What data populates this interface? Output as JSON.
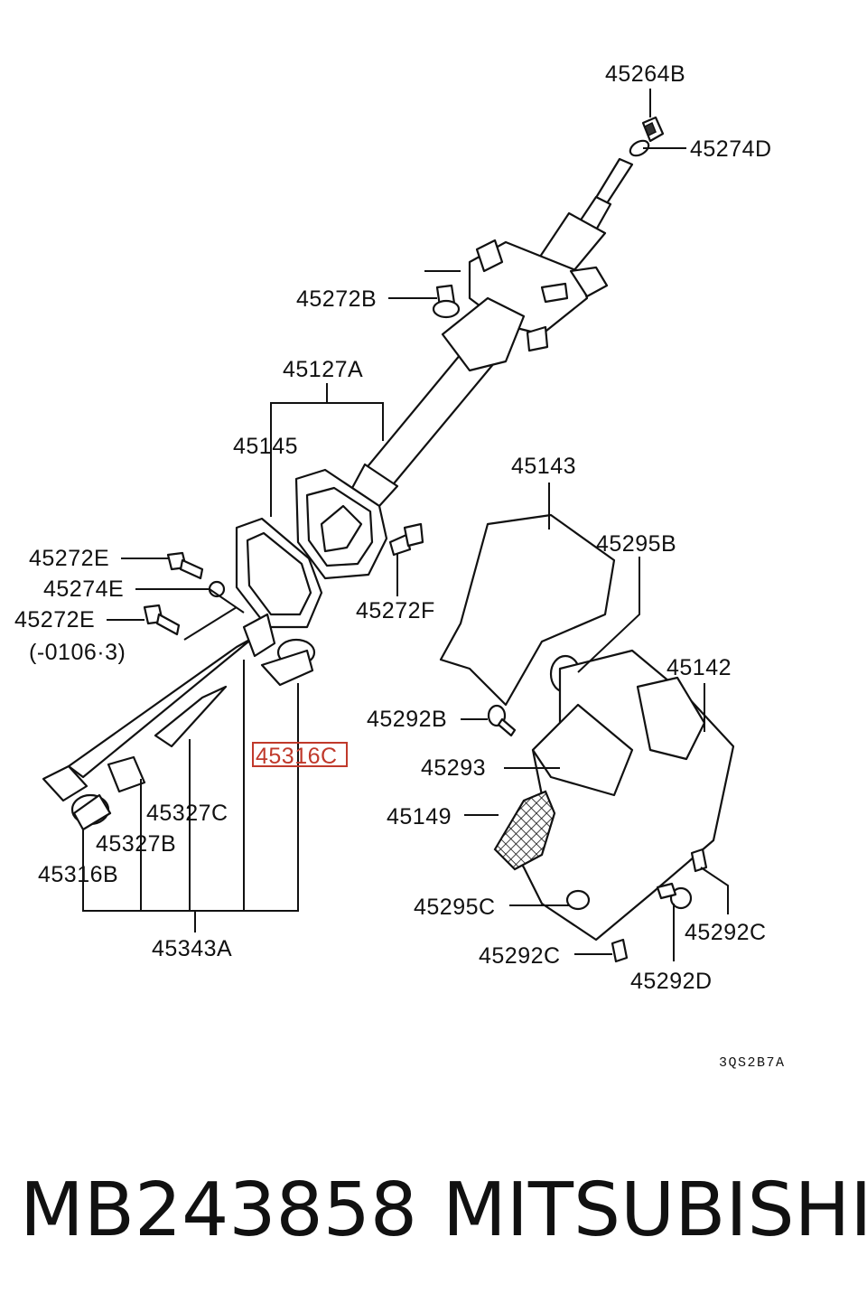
{
  "labels": {
    "l45264B": "45264B",
    "l45274D": "45274D",
    "l45272B": "45272B",
    "l45127A": "45127A",
    "l45145": "45145",
    "l45143": "45143",
    "l45295B": "45295B",
    "l45272E_top": "45272E",
    "l45274E": "45274E",
    "l45272E_bottom": "45272E",
    "l_date_note": "(-0106·3)",
    "l45272F": "45272F",
    "l45142": "45142",
    "l45292B": "45292B",
    "l45316C": "45316C",
    "l45293": "45293",
    "l45327C": "45327C",
    "l45149": "45149",
    "l45327B": "45327B",
    "l45316B": "45316B",
    "l45295C": "45295C",
    "l45292C_right": "45292C",
    "l45343A": "45343A",
    "l45292C_bottom": "45292C",
    "l45292D": "45292D"
  },
  "highlight_color": "#c0392b",
  "diagram_code": "3QS2B7A",
  "footer": {
    "part_number": "MB243858",
    "brand": "MITSUBISHI"
  }
}
